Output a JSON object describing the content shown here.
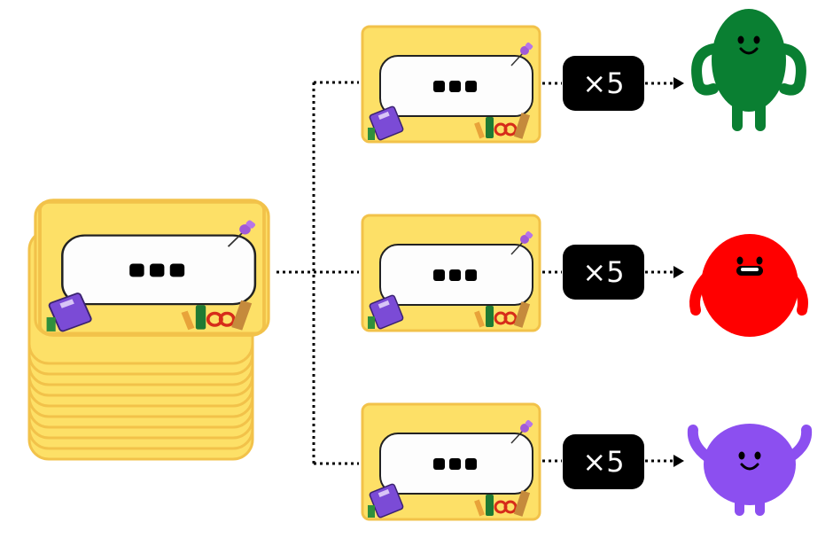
{
  "source_stack": {
    "card_label": "•••",
    "layers": 11
  },
  "rows": [
    {
      "card_label": "•••",
      "multiplier": "×5",
      "character": "green-character",
      "color": "#0a7f32"
    },
    {
      "card_label": "•••",
      "multiplier": "×5",
      "character": "red-character",
      "color": "#ff0000"
    },
    {
      "card_label": "•••",
      "multiplier": "×5",
      "character": "purple-character",
      "color": "#8c4ff0"
    }
  ],
  "colors": {
    "card_fill": "#fde067",
    "card_edge": "#f2c24a",
    "badge": "#000000",
    "connector": "#000000"
  }
}
